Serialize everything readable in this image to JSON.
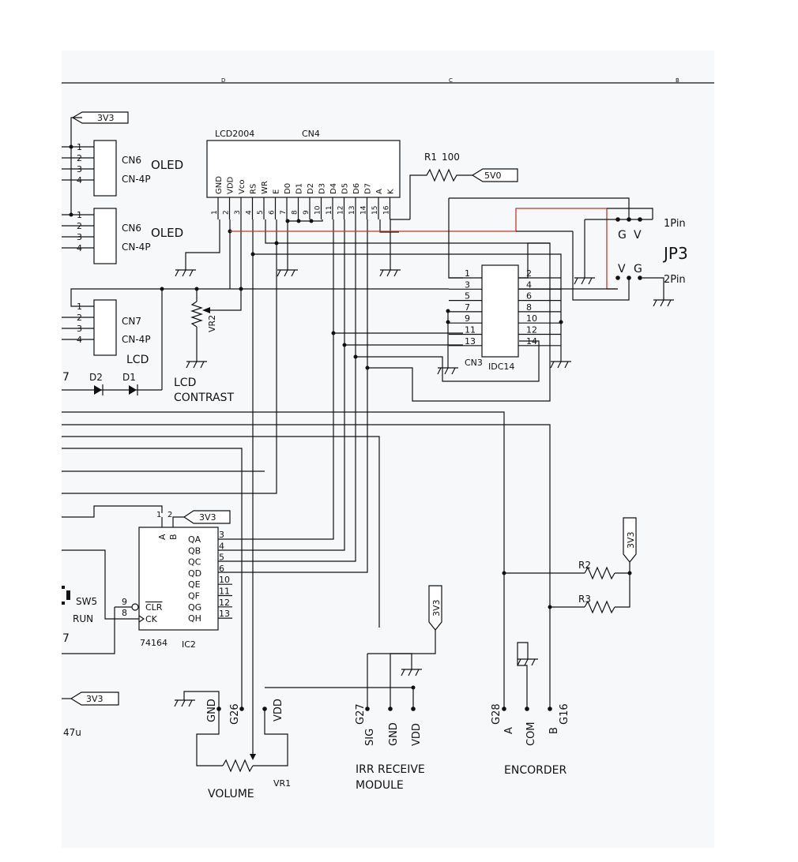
{
  "colors": {
    "wire": "#111111",
    "highlight_wire": "#c0392b",
    "paper": "#f7f8fa"
  },
  "power": {
    "v33": "3V3",
    "v50": "5V0"
  },
  "connectors": {
    "cn6_a": {
      "ref": "CN6",
      "type": "CN-4P",
      "label": "OLED",
      "pins": [
        "1",
        "2",
        "3",
        "4"
      ]
    },
    "cn6_b": {
      "ref": "CN6",
      "type": "CN-4P",
      "label": "OLED",
      "pins": [
        "1",
        "2",
        "3",
        "4"
      ]
    },
    "cn7": {
      "ref": "CN7",
      "type": "CN-4P",
      "label": "LCD",
      "pins": [
        "1",
        "2",
        "3",
        "4"
      ]
    }
  },
  "lcd": {
    "part": "LCD2004",
    "ref": "CN4",
    "pins": [
      "GND",
      "VDD",
      "Vco",
      "RS",
      "WR",
      "E",
      "D0",
      "D1",
      "D2",
      "D3",
      "D4",
      "D5",
      "D6",
      "D7",
      "A",
      "K"
    ],
    "numbers": [
      "1",
      "2",
      "3",
      "4",
      "5",
      "6",
      "7",
      "8",
      "9",
      "10",
      "11",
      "12",
      "13",
      "14",
      "15",
      "16"
    ]
  },
  "r1": {
    "ref": "R1",
    "value": "100"
  },
  "vr2": {
    "ref": "VR2",
    "label_line1": "LCD",
    "label_line2": "CONTRAST"
  },
  "diodes": {
    "d1": "D1",
    "d2": "D2",
    "frag7a": "7",
    "frag7b": "7"
  },
  "jp3": {
    "ref": "JP3",
    "pin1": "1Pin",
    "pin2": "2Pin",
    "g1": "G",
    "v1": "V",
    "v2": "V",
    "g2": "G"
  },
  "idc": {
    "ref": "CN3",
    "part": "IDC14",
    "left": [
      "1",
      "3",
      "5",
      "7",
      "9",
      "11",
      "13"
    ],
    "right": [
      "2",
      "4",
      "6",
      "8",
      "10",
      "12",
      "14"
    ]
  },
  "ic2": {
    "ref": "IC2",
    "part": "74164",
    "in_a": "A",
    "in_b": "B",
    "pin1": "1",
    "pin2": "2",
    "clr": "CLR",
    "ck": "CK",
    "pin9": "9",
    "pin8": "8",
    "outs": [
      "QA",
      "QB",
      "QC",
      "QD",
      "QE",
      "QF",
      "QG",
      "QH"
    ],
    "out_pins": [
      "3",
      "4",
      "5",
      "6",
      "10",
      "11",
      "12",
      "13"
    ]
  },
  "sw5": {
    "ref": "SW5",
    "label": "RUN"
  },
  "cap": {
    "value": "47u"
  },
  "volume": {
    "gnd": "GND",
    "g26": "G26",
    "vdd": "VDD",
    "label": "VOLUME",
    "ref": "VR1"
  },
  "irr": {
    "g27": "G27",
    "sig": "SIG",
    "gnd": "GND",
    "vdd": "VDD",
    "line1": "IRR RECEIVE",
    "line2": "MODULE"
  },
  "encoder": {
    "g28": "G28",
    "a": "A",
    "com": "COM",
    "b": "B",
    "g16": "G16",
    "label": "ENCORDER"
  },
  "resistors": {
    "r2": "R2",
    "r3": "R3"
  },
  "title_frags": {
    "f1": "D",
    "f2": "C",
    "f3": "B"
  }
}
